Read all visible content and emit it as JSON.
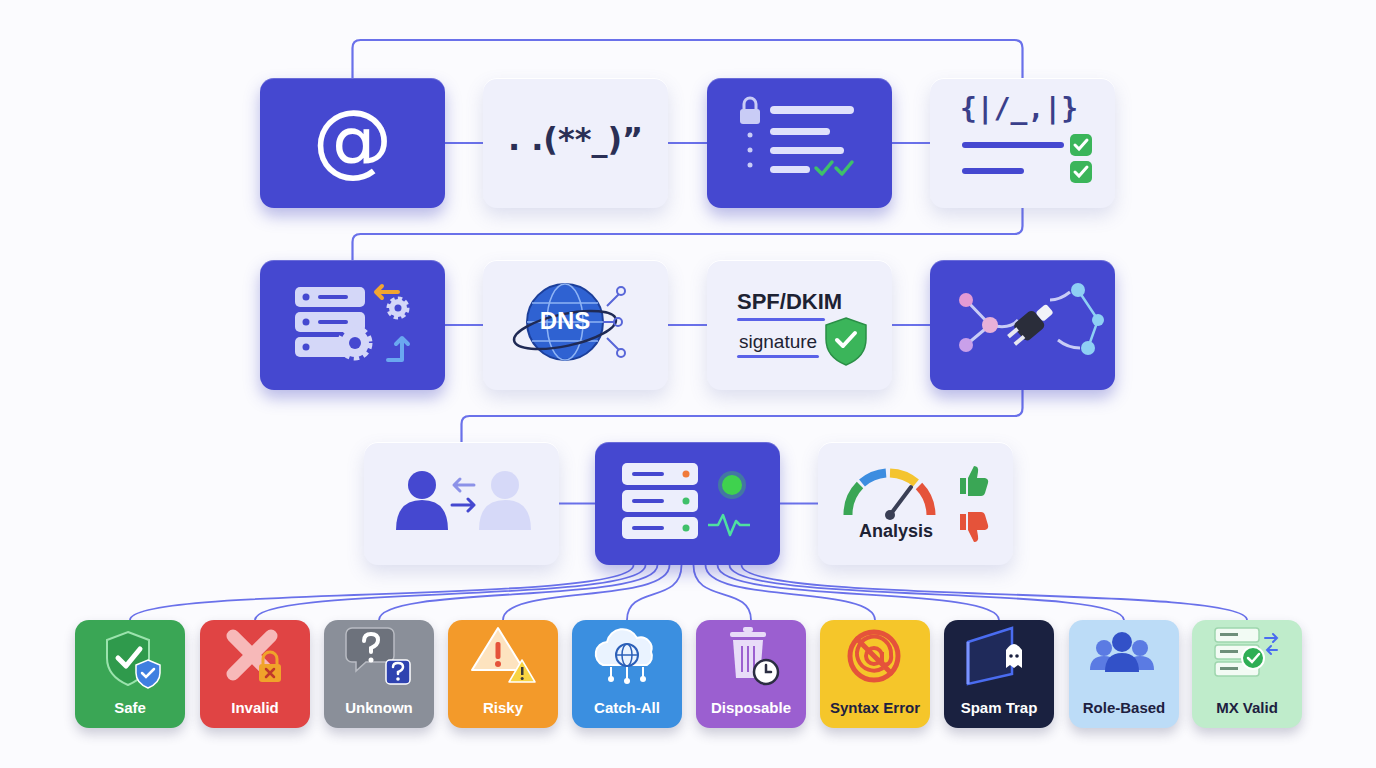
{
  "diagram": {
    "nodes": [
      {
        "text": [
          "@"
        ]
      },
      {
        "text": [
          ". .(**_)”"
        ]
      },
      {
        "text": []
      },
      {
        "text": [
          "{|/_,|}"
        ]
      },
      {
        "text": []
      },
      {
        "text": [
          "DNS"
        ]
      },
      {
        "text": [
          "SPF/DKIM",
          "signature"
        ]
      },
      {
        "text": []
      },
      {
        "text": []
      },
      {
        "text": []
      },
      {
        "text": [
          "Analysis"
        ]
      },
      {
        "text": [
          "Safe"
        ]
      },
      {
        "text": [
          "Invalid"
        ]
      },
      {
        "text": [
          "Unknown"
        ]
      },
      {
        "text": [
          "Risky"
        ]
      },
      {
        "text": [
          "Catch-All"
        ]
      },
      {
        "text": [
          "Disposable"
        ]
      },
      {
        "text": [
          "Syntax Error"
        ]
      },
      {
        "text": [
          "Spam Trap"
        ]
      },
      {
        "text": [
          "Role-Based"
        ]
      },
      {
        "text": [
          "MX Valid"
        ]
      }
    ],
    "edges": [
      {
        "from": 0,
        "to": 1,
        "arrow": "none"
      },
      {
        "from": 1,
        "to": 2,
        "arrow": "none"
      },
      {
        "from": 2,
        "to": 3,
        "arrow": "none"
      },
      {
        "from": 0,
        "to": 3,
        "arrow": "none"
      },
      {
        "from": 3,
        "to": 4,
        "arrow": "none"
      },
      {
        "from": 4,
        "to": 5,
        "arrow": "none"
      },
      {
        "from": 5,
        "to": 6,
        "arrow": "none"
      },
      {
        "from": 6,
        "to": 7,
        "arrow": "none"
      },
      {
        "from": 7,
        "to": 8,
        "arrow": "none"
      },
      {
        "from": 8,
        "to": 9,
        "arrow": "none"
      },
      {
        "from": 9,
        "to": 10,
        "arrow": "none"
      },
      {
        "from": 9,
        "to": 11,
        "arrow": "none"
      },
      {
        "from": 9,
        "to": 12,
        "arrow": "none"
      },
      {
        "from": 9,
        "to": 13,
        "arrow": "none"
      },
      {
        "from": 9,
        "to": 14,
        "arrow": "none"
      },
      {
        "from": 9,
        "to": 15,
        "arrow": "none"
      },
      {
        "from": 9,
        "to": 16,
        "arrow": "none"
      },
      {
        "from": 9,
        "to": 17,
        "arrow": "none"
      },
      {
        "from": 9,
        "to": 18,
        "arrow": "none"
      },
      {
        "from": 9,
        "to": 19,
        "arrow": "none"
      },
      {
        "from": 9,
        "to": 20,
        "arrow": "none"
      }
    ]
  }
}
